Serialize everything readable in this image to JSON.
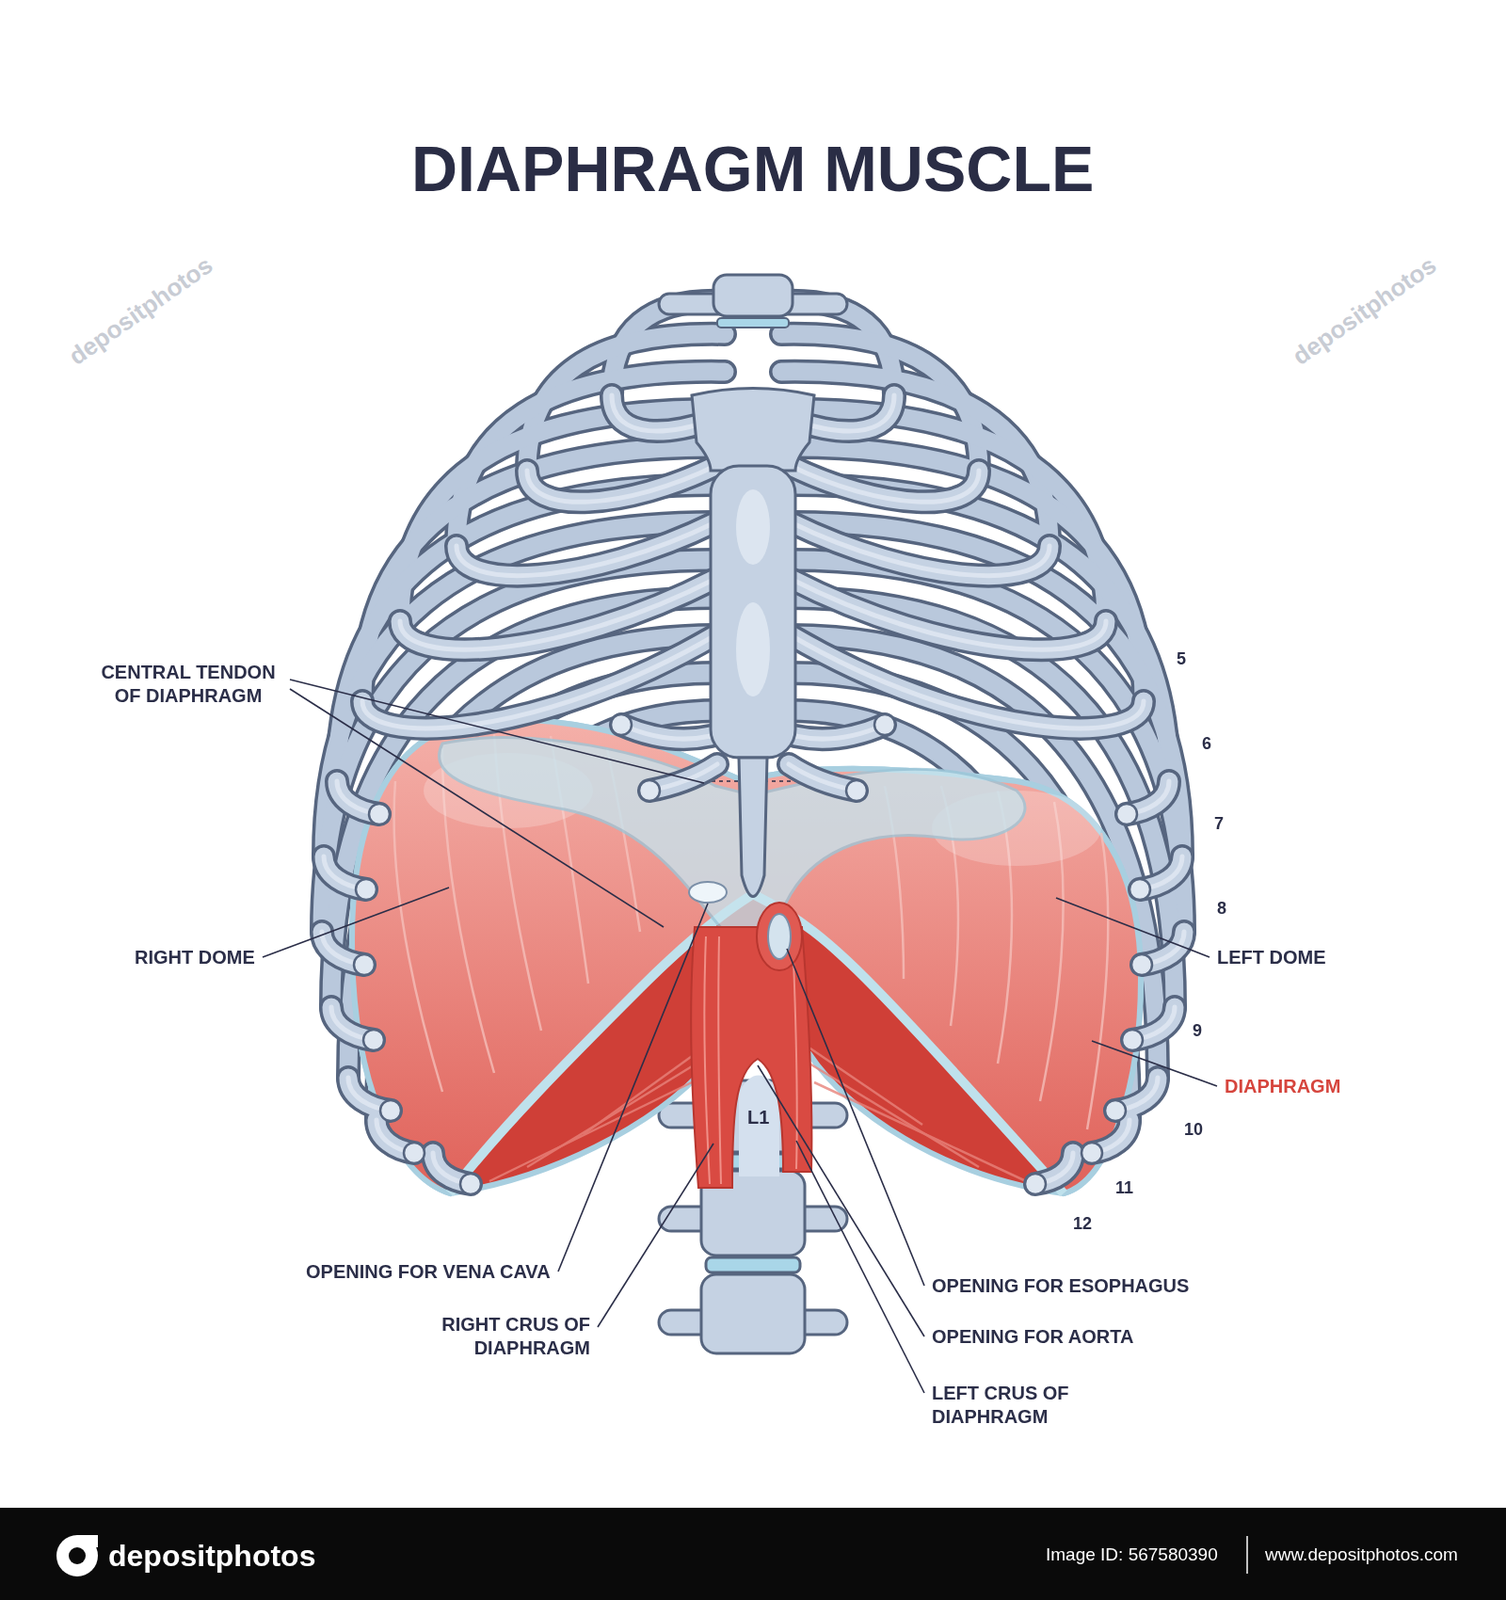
{
  "diagram": {
    "title": "DIAPHRAGM MUSCLE",
    "labels": [
      "CENTRAL TENDON OF DIAPHRAGM",
      "5",
      "6",
      "7",
      "RIGHT DOME",
      "8",
      "LEFT DOME",
      "9",
      "DIAPHRAGM",
      "L1",
      "10",
      "11",
      "12",
      "OPENING FOR VENA CAVA",
      "OPENING FOR ESOPHAGUS",
      "RIGHT CRUS OF DIAPHRAGM",
      "OPENING FOR AORTA",
      "LEFT CRUS OF DIAPHRAGM",
      "depositphotos",
      "depositphotos",
      "depositphotos",
      "Image ID: 567580390",
      "www.depositphotos.com"
    ]
  }
}
